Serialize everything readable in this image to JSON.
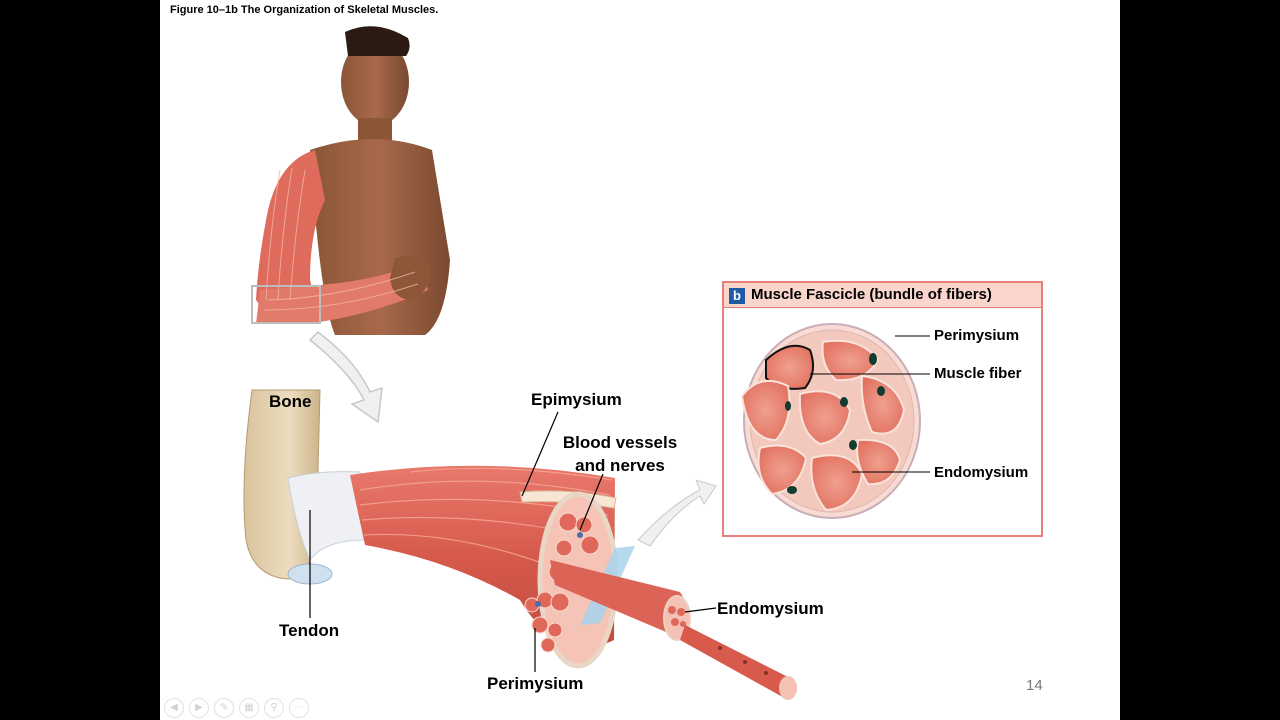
{
  "figure": {
    "title": "Figure 10–1b The Organization of Skeletal Muscles.",
    "page_number": "14"
  },
  "labels": {
    "bone": "Bone",
    "epimysium": "Epimysium",
    "blood_vessels_line1": "Blood vessels",
    "blood_vessels_line2": "and nerves",
    "tendon": "Tendon",
    "endomysium": "Endomysium",
    "perimysium": "Perimysium"
  },
  "panel": {
    "badge": "b",
    "title": "Muscle Fascicle (bundle of fibers)",
    "labels": {
      "perimysium": "Perimysium",
      "muscle_fiber": "Muscle fiber",
      "endomysium": "Endomysium"
    }
  },
  "colors": {
    "muscle": "#e0675a",
    "muscle_light": "#f2a394",
    "bone": "#e6d3b2",
    "panel_border": "#e8807a",
    "badge": "#1f5aa6"
  }
}
